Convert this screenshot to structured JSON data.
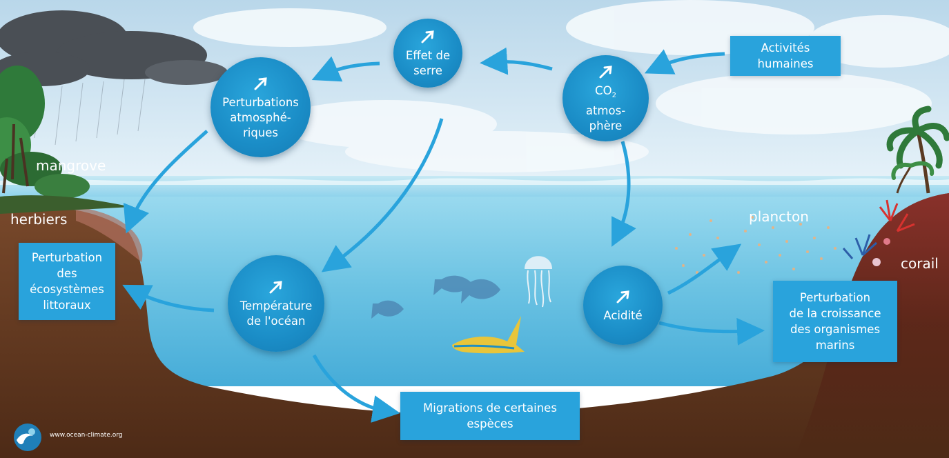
{
  "nodes": {
    "effet_de_serre": [
      "Effet de",
      "serre"
    ],
    "co2": {
      "co": "CO",
      "sub": "2",
      "rest": [
        "atmos-",
        "phère"
      ]
    },
    "perturbations_atmospheriques": [
      "Perturbations",
      "atmosphé-",
      "riques"
    ],
    "temperature": [
      "Température",
      "de l'océan"
    ],
    "acidite": [
      "Acidité"
    ]
  },
  "boxes": {
    "activites": [
      "Activités",
      "humaines"
    ],
    "littoraux": [
      "Perturbation",
      "des",
      "écosystèmes",
      "littoraux"
    ],
    "croissance": [
      "Perturbation",
      "de la croissance",
      "des organismes",
      "marins"
    ],
    "migrations": [
      "Migrations de certaines",
      "espèces"
    ]
  },
  "labels": {
    "mangrove": "mangrove",
    "herbiers": "herbiers",
    "plancton": "plancton",
    "corail": "corail"
  },
  "website": "www.ocean-climate.org",
  "colors": {
    "node": "#1a8cc6",
    "box": "#29a3dc",
    "arrow": "#29a3dc",
    "sea": "#7ecbe6",
    "ground": "#6b3d24"
  }
}
